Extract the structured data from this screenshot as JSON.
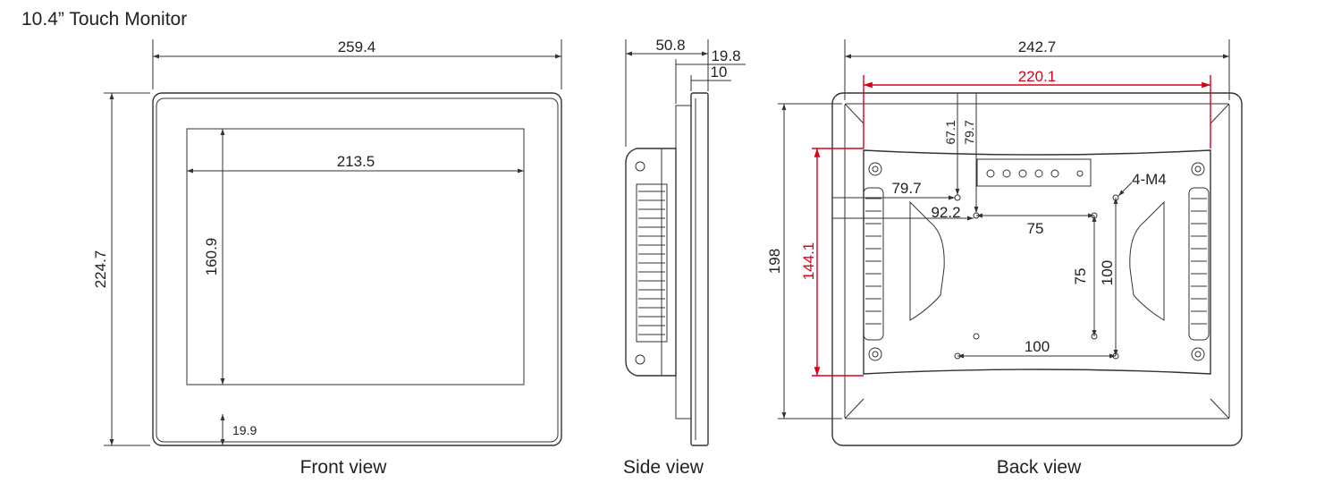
{
  "title": "10.4” Touch Monitor",
  "views": {
    "front": {
      "caption": "Front view",
      "width": "259.4",
      "height": "224.7",
      "screen_width": "213.5",
      "screen_height": "160.9",
      "bottom_bezel": "19.9"
    },
    "side": {
      "caption": "Side view",
      "depth": "50.8",
      "bezel_depth": "19.8",
      "panel_depth": "10"
    },
    "back": {
      "caption": "Back view",
      "width": "242.7",
      "mount_width": "220.1",
      "height": "198",
      "mount_height": "144.1",
      "offset_67": "67.1",
      "offset_79v": "79.7",
      "offset_79h": "79.7",
      "offset_92": "92.2",
      "vesa_75_h": "75",
      "vesa_75_v": "75",
      "vesa_100_h": "100",
      "vesa_100_v": "100",
      "screw_label": "4-M4"
    }
  },
  "colors": {
    "line": "#333333",
    "highlight": "#d9001b"
  }
}
